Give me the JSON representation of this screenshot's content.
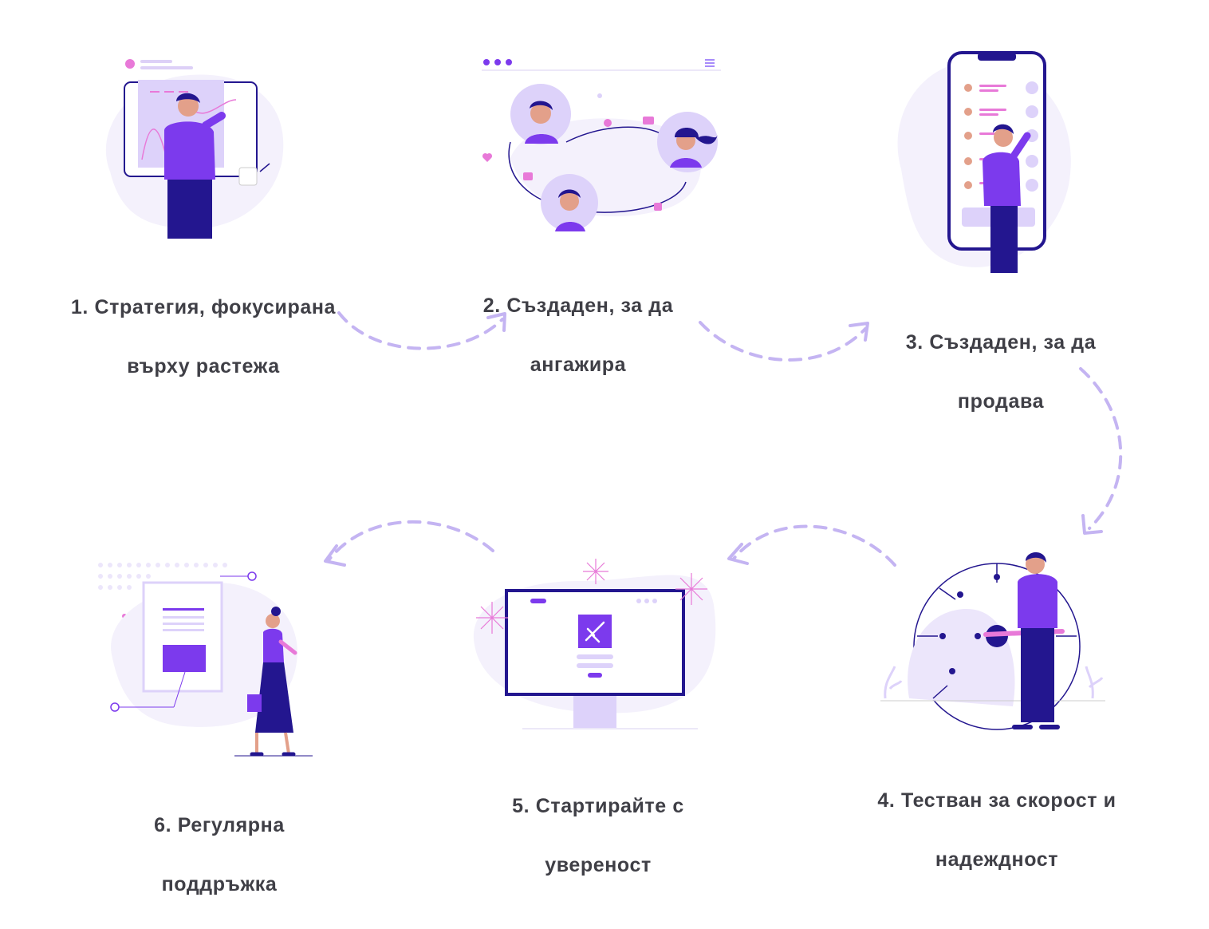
{
  "accent_colors": {
    "primary": "#7c3aed",
    "deep": "#23168f",
    "light": "#ece6fb",
    "pale": "#f4f1fc",
    "pink": "#e879d8",
    "label": "#3f3f46",
    "arrow": "#c4b4f2"
  },
  "steps": [
    {
      "line1": "1. Стратегия, фокусирана",
      "line2": "върху растежа",
      "illustration": "strategy-whiteboard"
    },
    {
      "line1": "2. Създаден, за да",
      "line2": "ангажира",
      "illustration": "social-network"
    },
    {
      "line1": "3. Създаден, за да",
      "line2": "продава",
      "illustration": "mobile-checklist"
    },
    {
      "line1": "4. Тестван за скорост и",
      "line2": "надеждност",
      "illustration": "speed-gauge"
    },
    {
      "line1": "5. Стартирайте с",
      "line2": "увереност",
      "illustration": "rocket-launch"
    },
    {
      "line1": "6. Регулярна",
      "line2": "поддръжка",
      "illustration": "document-maintenance"
    }
  ]
}
